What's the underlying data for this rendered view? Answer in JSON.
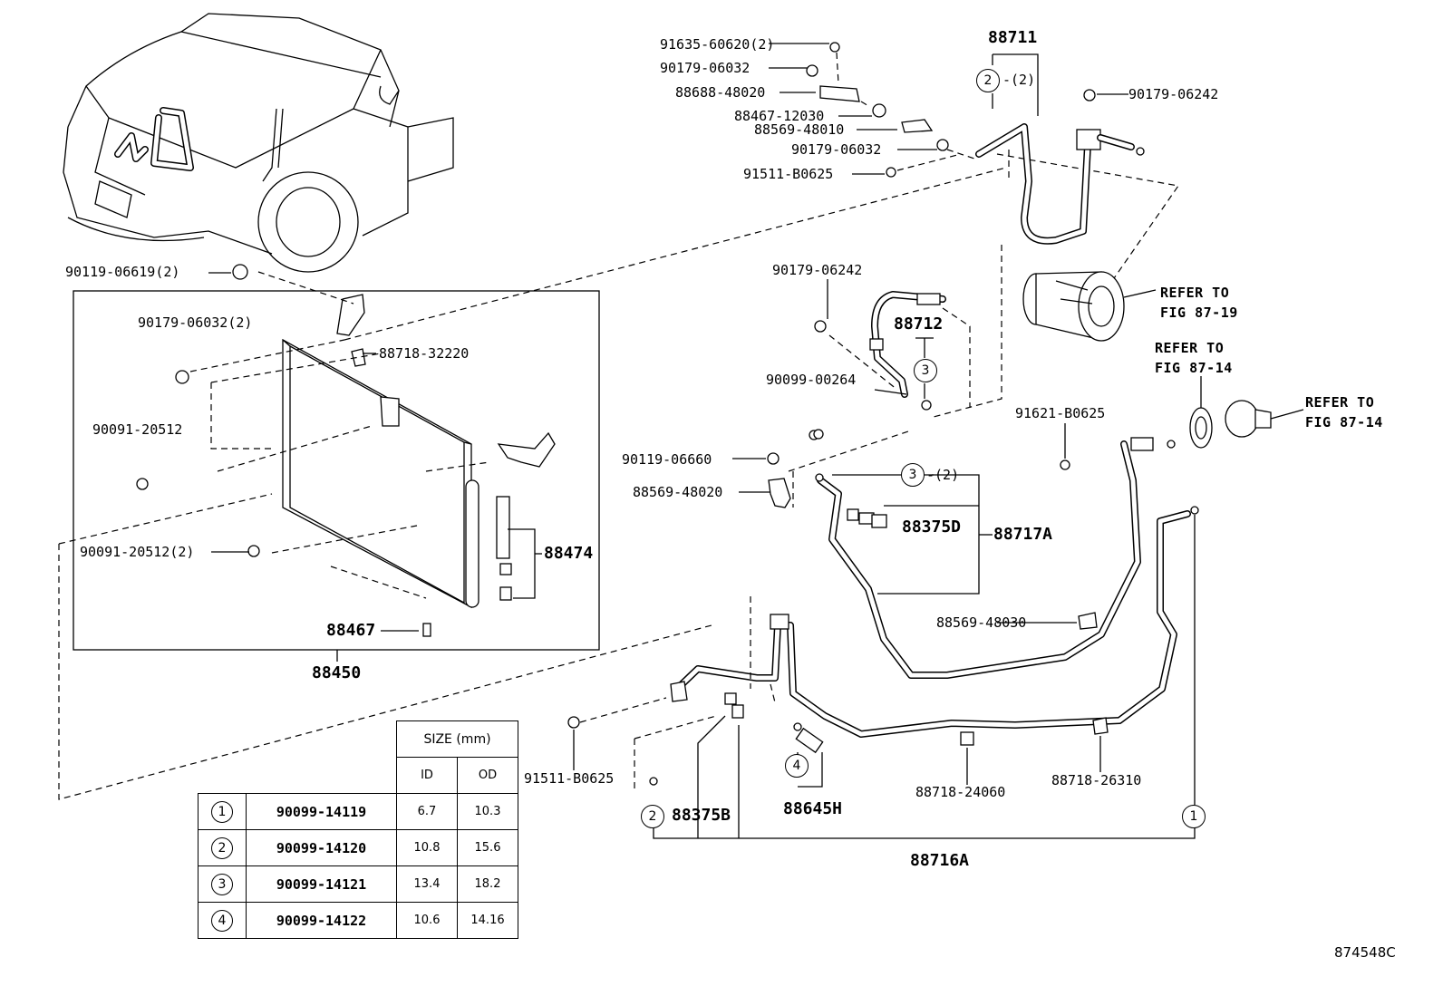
{
  "labels": {
    "l01": "91635-60620(2)",
    "l02": "90179-06032",
    "l03": "88688-48020",
    "l04": "88467-12030",
    "l05": "88569-48010",
    "l06": "90179-06032",
    "l07": "91511-B0625",
    "l08": "88711",
    "l09": "-(2)",
    "l10": "90179-06242",
    "l11": "90119-06619(2)",
    "l12": "90179-06032(2)",
    "l13": "88718-32220",
    "l14": "90091-20512",
    "l15": "90091-20512(2)",
    "l16": "88474",
    "l17": "88467",
    "l18": "88450",
    "l19": "90179-06242",
    "l20": "88712",
    "l21": "90099-00264",
    "l22": "90119-06660",
    "l23": "88569-48020",
    "l24": "-(2)",
    "l25": "88375D",
    "l26": "88717A",
    "l27": "91621-B0625",
    "l28": "88569-48030",
    "l29": "91511-B0625",
    "l30": "88375B",
    "l31": "88645H",
    "l32": "88718-24060",
    "l33": "88718-26310",
    "l34": "88716A",
    "r1a": "REFER TO",
    "r1b": "FIG 87-19",
    "r2a": "REFER TO",
    "r2b": "FIG 87-14",
    "r3a": "REFER TO",
    "r3b": "FIG 87-14"
  },
  "circle_marks": {
    "m1": "2",
    "m2": "3",
    "m3": "3",
    "m4": "4",
    "m5": "2",
    "m6": "1"
  },
  "size_table": {
    "header": "SIZE (mm)",
    "col_id": "ID",
    "col_od": "OD",
    "rows": [
      {
        "mark": "1",
        "part": "90099-14119",
        "id": "6.7",
        "od": "10.3"
      },
      {
        "mark": "2",
        "part": "90099-14120",
        "id": "10.8",
        "od": "15.6"
      },
      {
        "mark": "3",
        "part": "90099-14121",
        "id": "13.4",
        "od": "18.2"
      },
      {
        "mark": "4",
        "part": "90099-14122",
        "id": "10.6",
        "od": "14.16"
      }
    ]
  },
  "figure_number": "874548C"
}
